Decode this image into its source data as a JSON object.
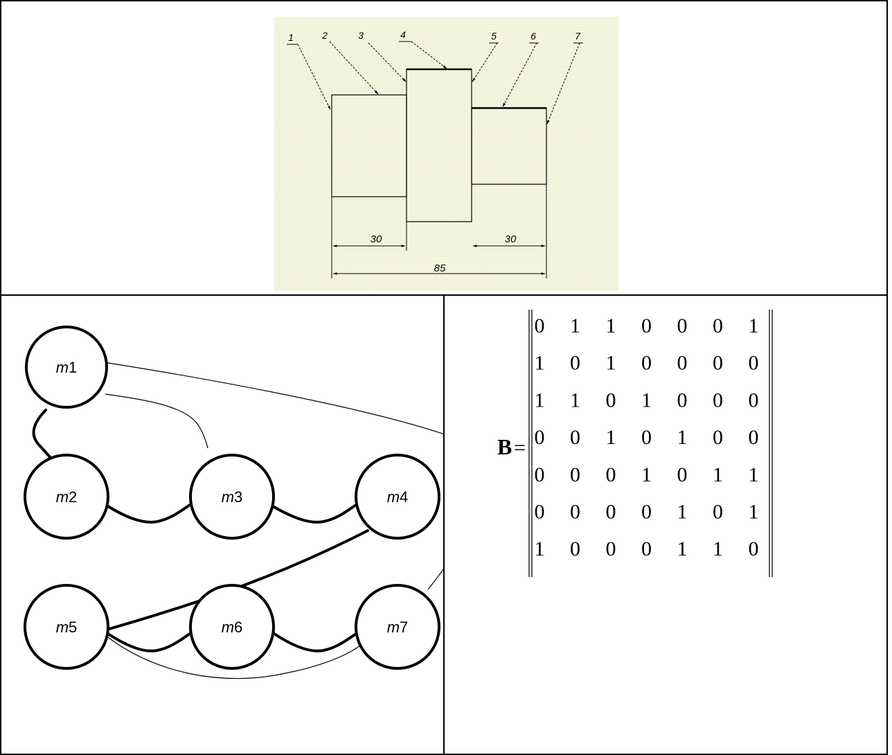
{
  "drawing": {
    "leader_labels": [
      "1",
      "2",
      "3",
      "4",
      "5",
      "6",
      "7"
    ],
    "dimensions": {
      "left_step": "30",
      "right_step": "30",
      "overall": "85"
    }
  },
  "graph": {
    "nodes": [
      {
        "id": "m1",
        "prefix": "m",
        "index": "1"
      },
      {
        "id": "m2",
        "prefix": "m",
        "index": "2"
      },
      {
        "id": "m3",
        "prefix": "m",
        "index": "3"
      },
      {
        "id": "m4",
        "prefix": "m",
        "index": "4"
      },
      {
        "id": "m5",
        "prefix": "m",
        "index": "5"
      },
      {
        "id": "m6",
        "prefix": "m",
        "index": "6"
      },
      {
        "id": "m7",
        "prefix": "m",
        "index": "7"
      }
    ],
    "edges_thick": [
      [
        "m1",
        "m2"
      ],
      [
        "m2",
        "m3"
      ],
      [
        "m3",
        "m4"
      ],
      [
        "m4",
        "m5"
      ],
      [
        "m5",
        "m6"
      ],
      [
        "m6",
        "m7"
      ]
    ],
    "edges_thin": [
      [
        "m1",
        "m3"
      ],
      [
        "m1",
        "m7"
      ],
      [
        "m5",
        "m7"
      ]
    ]
  },
  "matrix": {
    "name": "B",
    "equals": "=",
    "rows": [
      [
        "0",
        "1",
        "1",
        "0",
        "0",
        "0",
        "1"
      ],
      [
        "1",
        "0",
        "1",
        "0",
        "0",
        "0",
        "0"
      ],
      [
        "1",
        "1",
        "0",
        "1",
        "0",
        "0",
        "0"
      ],
      [
        "0",
        "0",
        "1",
        "0",
        "1",
        "0",
        "0"
      ],
      [
        "0",
        "0",
        "0",
        "1",
        "0",
        "1",
        "1"
      ],
      [
        "0",
        "0",
        "0",
        "0",
        "1",
        "0",
        "1"
      ],
      [
        "1",
        "0",
        "0",
        "0",
        "1",
        "1",
        "0"
      ]
    ]
  },
  "colors": {
    "drawing_background": "#f4f5df",
    "line": "#000000"
  }
}
